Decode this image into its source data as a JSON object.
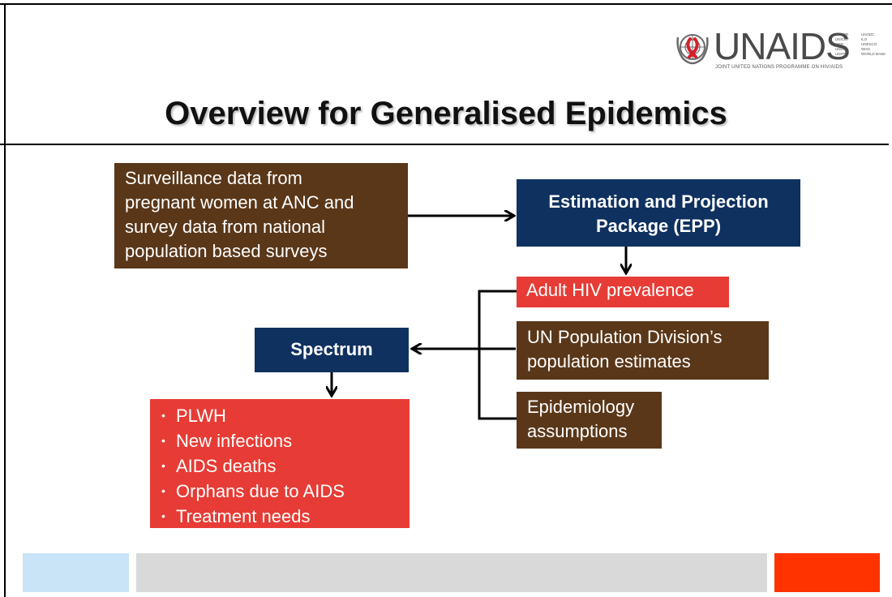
{
  "logo": {
    "wordmark": "UNAIDS",
    "tagline": "JOINT UNITED NATIONS PROGRAMME ON HIV/AIDS",
    "cosponsors_col1": "UNHCR\nUNICEF\nWFP\nUNDP\nUNFPA",
    "cosponsors_col2": "UNODC\nILO\nUNESCO\nWHO\nWORLD BANK"
  },
  "title": "Overview for Generalised Epidemics",
  "boxes": {
    "surveillance": "Surveillance data from\npregnant women at ANC and\nsurvey data from national\npopulation based surveys",
    "epp": "Estimation and Projection\nPackage (EPP)",
    "adult_hiv": "Adult HIV prevalence",
    "un_population": "UN Population Division’s\npopulation estimates",
    "epidemiology": "Epidemiology\nassumptions",
    "spectrum": "Spectrum"
  },
  "outputs": [
    "PLWH",
    "New infections",
    "AIDS deaths",
    "Orphans due to AIDS",
    "Treatment needs"
  ],
  "bullet": "•",
  "colors": {
    "brown": "#5a3719",
    "navy": "#0f3160",
    "red": "#e63c35",
    "footer_left": "#c9e4f6",
    "footer_mid": "#d9d9d9",
    "footer_right": "#ff3300"
  }
}
